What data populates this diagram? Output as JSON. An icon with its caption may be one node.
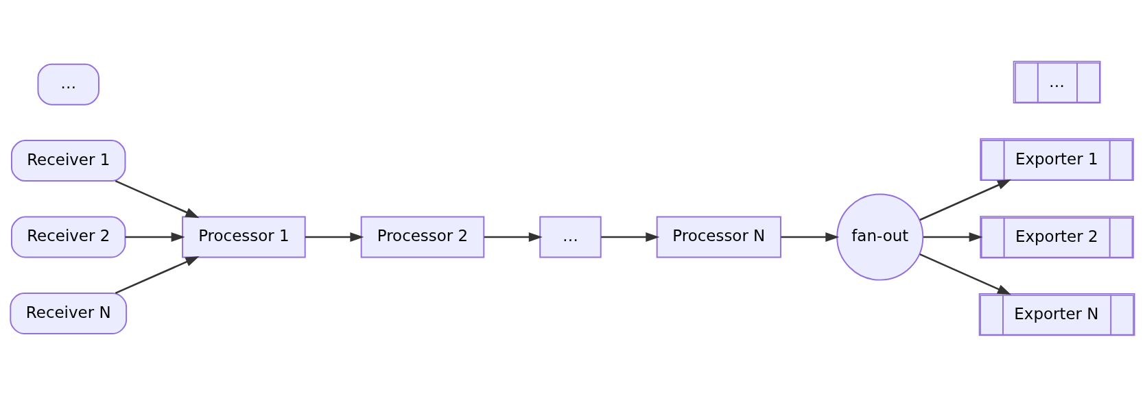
{
  "diagram": {
    "nodes": [
      {
        "text": [
          "Receiver 1"
        ]
      },
      {
        "text": [
          "Receiver 2"
        ]
      },
      {
        "text": [
          "…"
        ]
      },
      {
        "text": [
          "Receiver N"
        ]
      },
      {
        "text": [
          "Processor 1"
        ]
      },
      {
        "text": [
          "Processor 2"
        ]
      },
      {
        "text": [
          "…"
        ]
      },
      {
        "text": [
          "Processor N"
        ]
      },
      {
        "text": [
          "fan-out"
        ]
      },
      {
        "text": [
          "Exporter 1"
        ]
      },
      {
        "text": [
          "Exporter 2"
        ]
      },
      {
        "text": [
          "…"
        ]
      },
      {
        "text": [
          "Exporter N"
        ]
      }
    ],
    "edges": [
      {
        "from": 0,
        "to": 4,
        "arrow": "to"
      },
      {
        "from": 1,
        "to": 4,
        "arrow": "to"
      },
      {
        "from": 3,
        "to": 4,
        "arrow": "to"
      },
      {
        "from": 4,
        "to": 5,
        "arrow": "to"
      },
      {
        "from": 5,
        "to": 6,
        "arrow": "to"
      },
      {
        "from": 6,
        "to": 7,
        "arrow": "to"
      },
      {
        "from": 7,
        "to": 8,
        "arrow": "to"
      },
      {
        "from": 8,
        "to": 9,
        "arrow": "to"
      },
      {
        "from": 8,
        "to": 10,
        "arrow": "to"
      },
      {
        "from": 8,
        "to": 12,
        "arrow": "to"
      }
    ]
  }
}
